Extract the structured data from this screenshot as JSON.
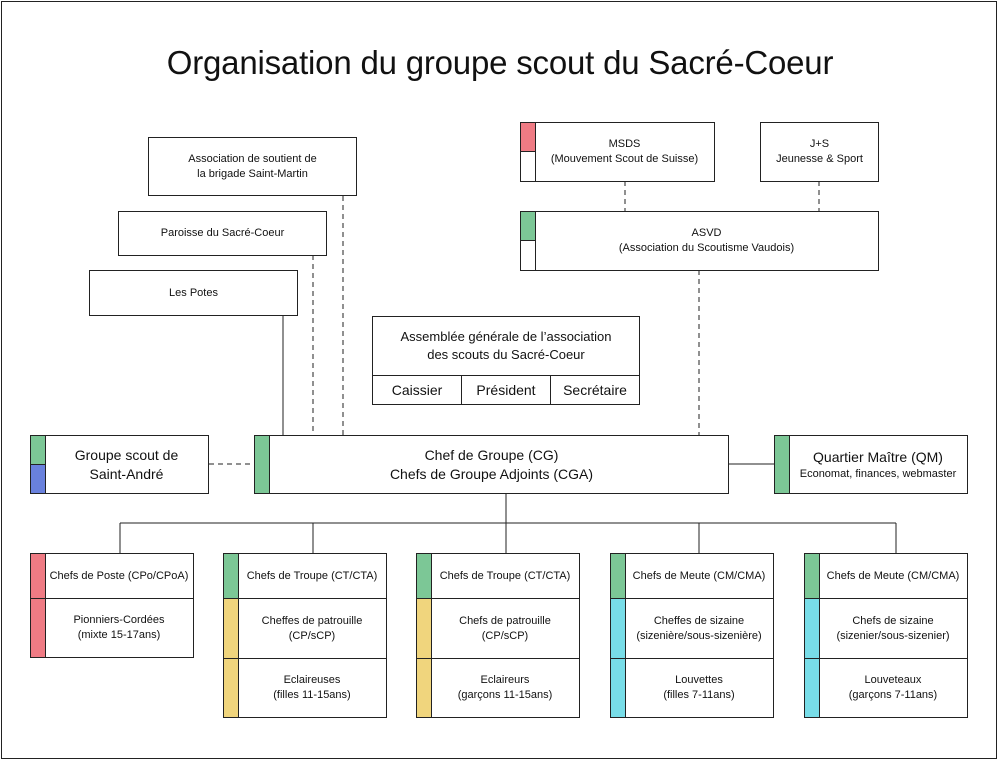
{
  "title": "Organisation du groupe scout du Sacré-Coeur",
  "colors": {
    "red": "#ef7b84",
    "green": "#7cc796",
    "blue": "#6981dd",
    "yellow": "#f0d57d",
    "cyan": "#78dde8",
    "line": "#222222"
  },
  "external": {
    "association_soutien": "Association de soutient de\nla brigade Saint-Martin",
    "paroisse": "Paroisse du Sacré-Coeur",
    "potes": "Les Potes",
    "msds": "MSDS\n(Mouvement Scout de Suisse)",
    "js": "J+S\nJeunesse & Sport",
    "asvd": "ASVD\n(Association du Scoutisme Vaudois)"
  },
  "assembly": {
    "title": "Assemblée générale de l’association\ndes scouts du Sacré-Coeur",
    "roles": [
      "Caissier",
      "Président",
      "Secrétaire"
    ]
  },
  "groupe_st_andre": "Groupe scout de\nSaint-André",
  "chef_groupe": "Chef de Groupe (CG)\nChefs de Groupe Adjoints (CGA)",
  "quartier_maitre": {
    "title": "Quartier Maître (QM)",
    "subtitle": "Economat, finances, webmaster"
  },
  "branches": [
    {
      "head": "Chefs de Poste (CPo/CPoA)",
      "rows": [
        "Pionniers-Cordées\n(mixte 15-17ans)"
      ]
    },
    {
      "head": "Chefs de Troupe (CT/CTA)",
      "rows": [
        "Cheffes de patrouille\n(CP/sCP)",
        "Eclaireuses\n(filles 11-15ans)"
      ]
    },
    {
      "head": "Chefs de Troupe (CT/CTA)",
      "rows": [
        "Chefs de patrouille\n(CP/sCP)",
        "Eclaireurs\n(garçons 11-15ans)"
      ]
    },
    {
      "head": "Chefs de Meute (CM/CMA)",
      "rows": [
        "Cheffes de sizaine\n(sizenière/sous-sizenière)",
        "Louvettes\n(filles 7-11ans)"
      ]
    },
    {
      "head": "Chefs de Meute (CM/CMA)",
      "rows": [
        "Chefs de sizaine\n(sizenier/sous-sizenier)",
        "Louveteaux\n(garçons 7-11ans)"
      ]
    }
  ]
}
